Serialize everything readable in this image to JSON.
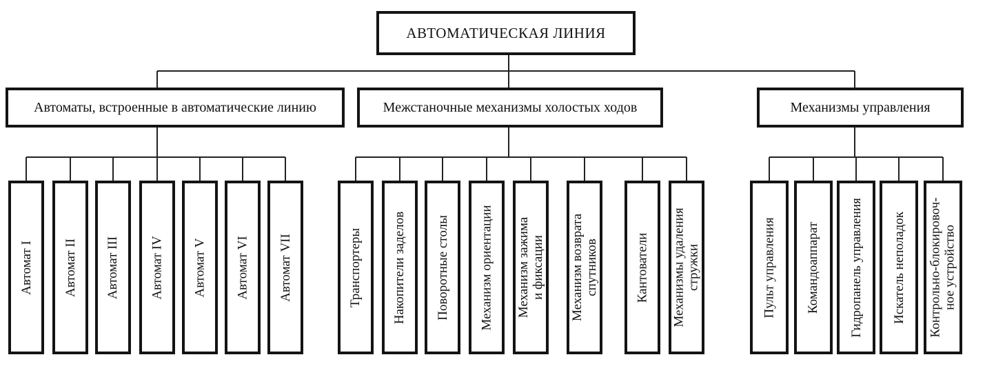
{
  "root": {
    "label": "АВТОМАТИЧЕСКАЯ ЛИНИЯ"
  },
  "categories": [
    {
      "label": "Автоматы, встроенные в автоматические линию",
      "items": [
        {
          "lines": [
            "Автомат I"
          ]
        },
        {
          "lines": [
            "Автомат II"
          ]
        },
        {
          "lines": [
            "Автомат III"
          ]
        },
        {
          "lines": [
            "Автомат IV"
          ]
        },
        {
          "lines": [
            "Автомат V"
          ]
        },
        {
          "lines": [
            "Автомат VI"
          ]
        },
        {
          "lines": [
            "Автомат VII"
          ]
        }
      ]
    },
    {
      "label": "Межстаночные механизмы холостых ходов",
      "items": [
        {
          "lines": [
            "Транспортеры"
          ]
        },
        {
          "lines": [
            "Накопители заделов"
          ]
        },
        {
          "lines": [
            "Поворотные столы"
          ]
        },
        {
          "lines": [
            "Механизм ориентации"
          ]
        },
        {
          "lines": [
            "Механизм зажима",
            "и фиксации"
          ]
        },
        {
          "lines": [
            "Механизм возврата",
            "спутников"
          ]
        },
        {
          "lines": [
            "Кантователи"
          ]
        },
        {
          "lines": [
            "Механизмы удаления",
            "стружки"
          ]
        }
      ]
    },
    {
      "label": "Механизмы управления",
      "items": [
        {
          "lines": [
            "Пульт управления"
          ]
        },
        {
          "lines": [
            "Командоаппарат"
          ]
        },
        {
          "lines": [
            "Гидропанель управления"
          ]
        },
        {
          "lines": [
            "Искатель неполадок"
          ]
        },
        {
          "lines": [
            "Контрольно-блокировоч-",
            "ное устройство"
          ]
        }
      ]
    }
  ]
}
